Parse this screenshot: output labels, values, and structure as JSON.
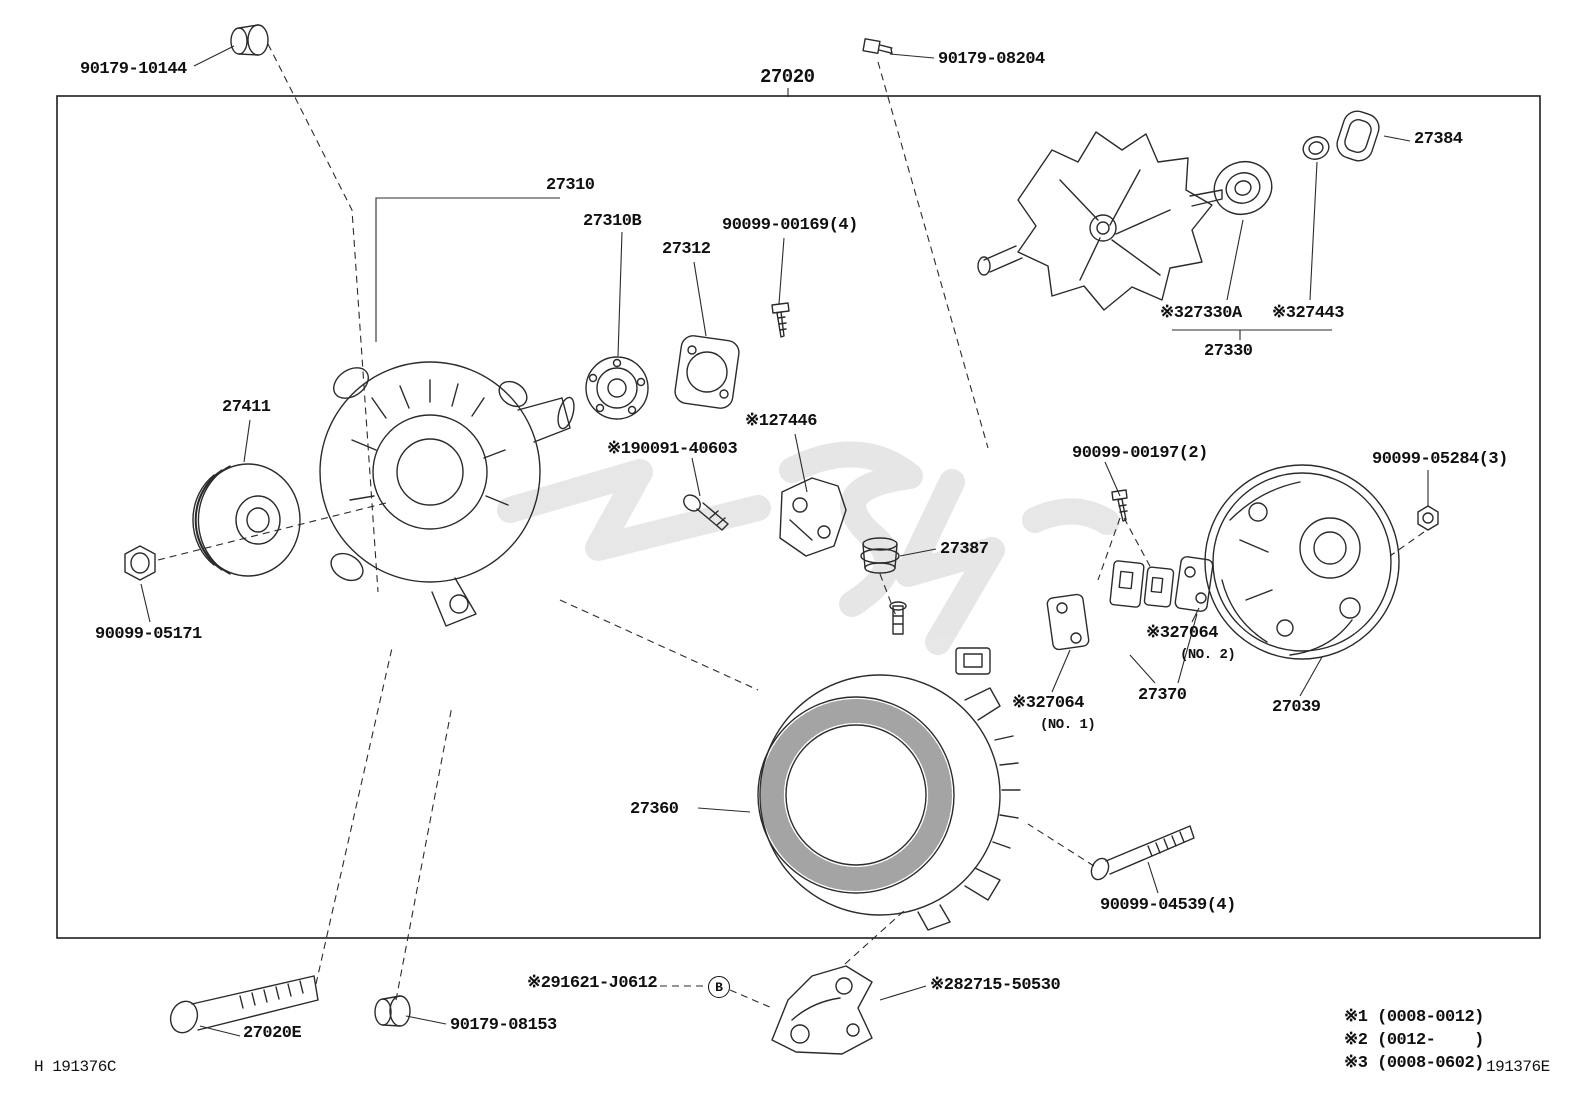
{
  "page": {
    "footer_left": "H 191376C",
    "footer_right": "191376E"
  },
  "notes": {
    "n1": "※1 (0008-0012)",
    "n2": "※2 (0012-    )",
    "n3": "※3 (0008-0602)"
  },
  "parts": {
    "bushing_top": "90179-10144",
    "assembly": "27020",
    "bolt_top": "90179-08204",
    "bearing_cover": "27384",
    "front_bracket": "27310",
    "front_bearing": "27310B",
    "bearing_retainer": "27312",
    "retainer_screws": "90099-00169(4)",
    "rotor_bearing": "※327330A",
    "rotor_seal": "※327443",
    "rotor": "27330",
    "pulley": "27411",
    "terminal_bracket": "※127446",
    "terminal_bolt": "※190091-40603",
    "regulator_screws": "90099-00197(2)",
    "cover_nuts": "90099-05284(3)",
    "insulator_washer": "27387",
    "pulley_nut": "90099-05171",
    "rectifier_no2": "※327064",
    "rectifier_no2_sub": "(NO. 2)",
    "brush_holder": "27370",
    "rear_cover": "27039",
    "rectifier_no1": "※327064",
    "rectifier_no1_sub": "(NO. 1)",
    "stator": "27360",
    "through_bolts": "90099-04539(4)",
    "adjust_bolt": "※291621-J0612",
    "callout_b": "B",
    "adjust_bracket": "※282715-50530",
    "pivot_bolt": "27020E",
    "spacer_bushing": "90179-08153"
  }
}
